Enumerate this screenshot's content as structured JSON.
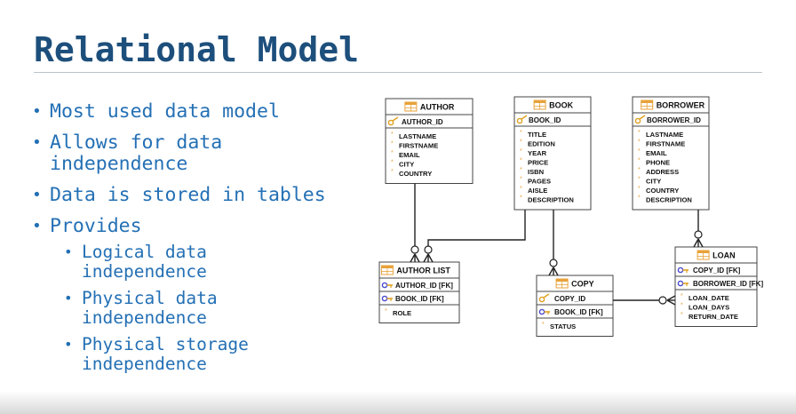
{
  "slide": {
    "title": "Relational Model",
    "bullets": [
      {
        "text": "Most used data model"
      },
      {
        "text": "Allows for data\nindependence"
      },
      {
        "text": "Data is stored in tables"
      },
      {
        "text": "Provides",
        "sub": [
          "Logical data\nindependence",
          "Physical data\nindependence",
          "Physical storage\nindependence"
        ]
      }
    ]
  },
  "entities": [
    {
      "id": "author",
      "name": "AUTHOR",
      "keys": [
        {
          "label": "AUTHOR_ID",
          "icon": "key-icon"
        }
      ],
      "fields": [
        "LASTNAME",
        "FIRSTNAME",
        "EMAIL",
        "CITY",
        "COUNTRY"
      ]
    },
    {
      "id": "book",
      "name": "BOOK",
      "keys": [
        {
          "label": "BOOK_ID",
          "icon": "key-icon"
        }
      ],
      "fields": [
        "TITLE",
        "EDITION",
        "YEAR",
        "PRICE",
        "ISBN",
        "PAGES",
        "AISLE",
        "DESCRIPTION"
      ]
    },
    {
      "id": "borrower",
      "name": "BORROWER",
      "keys": [
        {
          "label": "BORROWER_ID",
          "icon": "key-icon"
        }
      ],
      "fields": [
        "LASTNAME",
        "FIRSTNAME",
        "EMAIL",
        "PHONE",
        "ADDRESS",
        "CITY",
        "COUNTRY",
        "DESCRIPTION"
      ]
    },
    {
      "id": "author-list",
      "name": "AUTHOR LIST",
      "keys": [
        {
          "label": "AUTHOR_ID [FK]",
          "icon": "foreign-key-icon"
        },
        {
          "label": "BOOK_ID [FK]",
          "icon": "foreign-key-icon"
        }
      ],
      "fields": [
        "ROLE"
      ]
    },
    {
      "id": "copy",
      "name": "COPY",
      "keys": [
        {
          "label": "COPY_ID",
          "icon": "key-icon"
        },
        {
          "label": "BOOK_ID [FK]",
          "icon": "foreign-key-icon"
        }
      ],
      "fields": [
        "STATUS"
      ]
    },
    {
      "id": "loan",
      "name": "LOAN",
      "keys": [
        {
          "label": "COPY_ID [FK]",
          "icon": "foreign-key-icon"
        },
        {
          "label": "BORROWER_ID [FK]",
          "icon": "foreign-key-icon"
        }
      ],
      "fields": [
        "LOAN_DATE",
        "LOAN_DAYS",
        "RETURN_DATE"
      ]
    }
  ],
  "relationships": [
    {
      "from": "author",
      "to": "author-list",
      "type": "one-to-many"
    },
    {
      "from": "book",
      "to": "author-list",
      "type": "one-to-many"
    },
    {
      "from": "book",
      "to": "copy",
      "type": "one-to-many"
    },
    {
      "from": "borrower",
      "to": "loan",
      "type": "one-to-many"
    },
    {
      "from": "copy",
      "to": "loan",
      "type": "one-to-many"
    }
  ],
  "colors": {
    "title": "#1d4f7c",
    "bullet_text": "#2470b5",
    "entity_border": "#444444",
    "table_icon": "#e8a23a",
    "key_icon": "#e0a020",
    "fk_icon": "#4a4ad0",
    "field_marker": "#e8a23a"
  }
}
